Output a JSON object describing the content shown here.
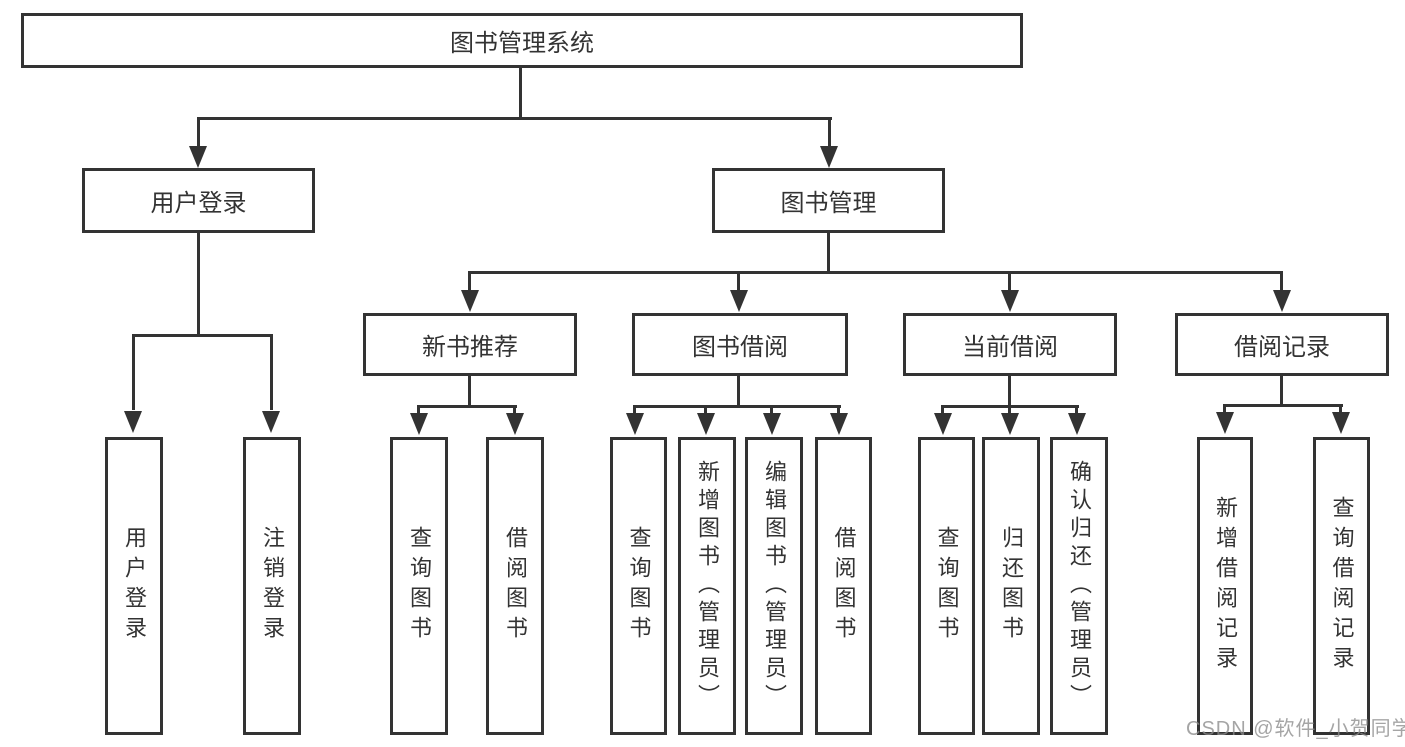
{
  "root": {
    "label": "图书管理系统"
  },
  "user_login": {
    "label": "用户登录",
    "children": [
      {
        "label": "用户登录"
      },
      {
        "label": "注销登录"
      }
    ]
  },
  "book_management": {
    "label": "图书管理"
  },
  "new_book_recommend": {
    "label": "新书推荐",
    "children": [
      {
        "label": "查询图书"
      },
      {
        "label": "借阅图书"
      }
    ]
  },
  "book_borrowing": {
    "label": "图书借阅",
    "children": [
      {
        "label": "查询图书"
      },
      {
        "label": "新增图书（管理员）"
      },
      {
        "label": "编辑图书（管理员）"
      },
      {
        "label": "借阅图书"
      }
    ]
  },
  "current_borrowing": {
    "label": "当前借阅",
    "children": [
      {
        "label": "查询图书"
      },
      {
        "label": "归还图书"
      },
      {
        "label": "确认归还（管理员）"
      }
    ]
  },
  "borrowing_records": {
    "label": "借阅记录",
    "children": [
      {
        "label": "新增借阅记录"
      },
      {
        "label": "查询借阅记录"
      }
    ]
  },
  "watermark": {
    "text": "CSDN @软件_小贺同学"
  },
  "colors": {
    "line": "#333333",
    "text": "#333333",
    "watermark": "#8c8c8c",
    "background": "#ffffff"
  }
}
